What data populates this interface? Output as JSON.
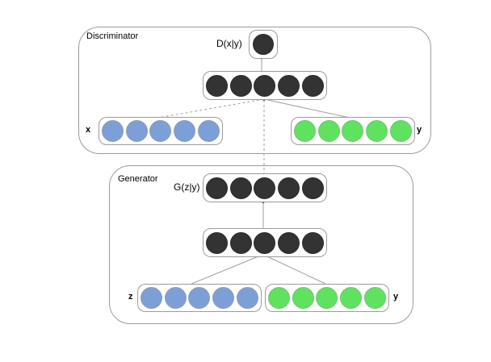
{
  "diagram": {
    "background_color": "#ffffff",
    "line_color": "#9e9e9e",
    "box_border_color": "#9b9b9b",
    "discriminator": {
      "title": "Discriminator",
      "output_label": "D(x|y)",
      "output_nodes": {
        "count": 1,
        "fill": "#333333",
        "stroke": "#2b2b2b"
      },
      "hidden_nodes": {
        "count": 5,
        "fill": "#333333",
        "stroke": "#2b2b2b"
      },
      "x_label": "x",
      "x_nodes": {
        "count": 5,
        "fill": "#7d9fd8",
        "stroke": "#8d9cb5"
      },
      "y_label": "y",
      "y_nodes": {
        "count": 5,
        "fill": "#5fe25f",
        "stroke": "#74c274"
      }
    },
    "generator": {
      "title": "Generator",
      "output_label": "G(z|y)",
      "output_nodes": {
        "count": 5,
        "fill": "#333333",
        "stroke": "#2b2b2b"
      },
      "hidden_nodes": {
        "count": 5,
        "fill": "#333333",
        "stroke": "#2b2b2b"
      },
      "z_label": "z",
      "z_nodes": {
        "count": 5,
        "fill": "#7d9fd8",
        "stroke": "#8d9cb5"
      },
      "y_label": "y",
      "y_nodes": {
        "count": 5,
        "fill": "#5fe25f",
        "stroke": "#74c274"
      }
    }
  }
}
